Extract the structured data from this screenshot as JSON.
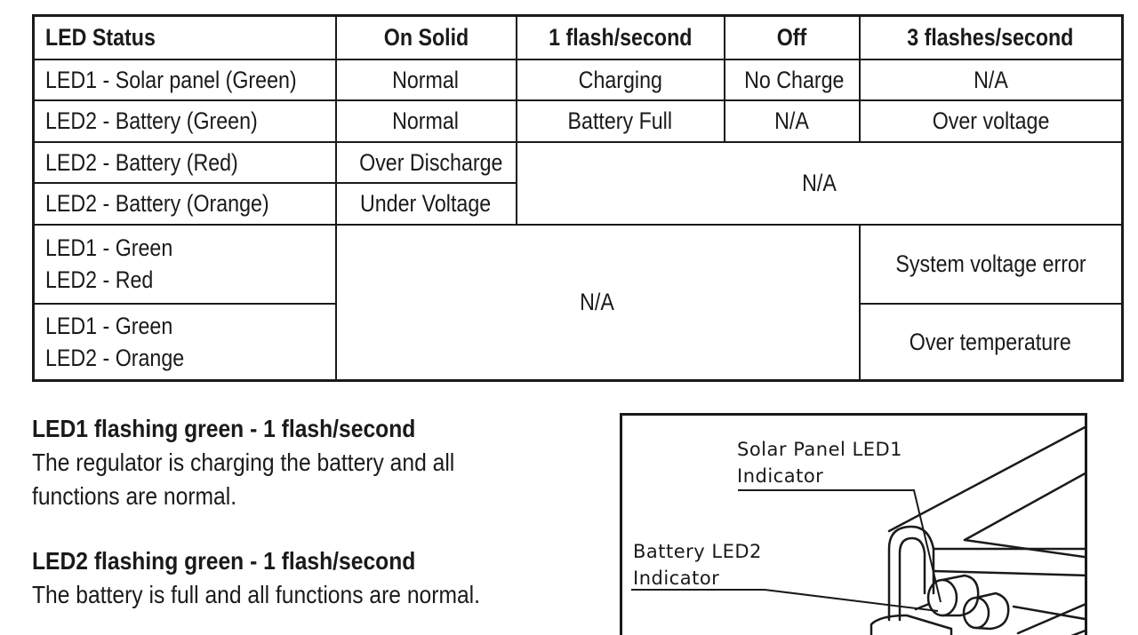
{
  "table": {
    "headers": [
      "LED Status",
      "On Solid",
      "1 flash/second",
      "Off",
      "3 flashes/second"
    ],
    "rows": [
      {
        "label": "LED1 - Solar panel (Green)",
        "on_solid": "Normal",
        "one_flash": "Charging",
        "off": "No Charge",
        "three_flash": "N/A"
      },
      {
        "label": "LED2 - Battery (Green)",
        "on_solid": "Normal",
        "one_flash": "Battery Full",
        "off": "N/A",
        "three_flash": "Over voltage"
      },
      {
        "label": "LED2 - Battery (Red)",
        "on_solid": "Over Discharge"
      },
      {
        "label": "LED2 - Battery (Orange)",
        "on_solid": "Under Voltage"
      },
      {
        "label_line1": "LED1 - Green",
        "label_line2": "LED2 - Red",
        "three_flash": "System voltage error"
      },
      {
        "label_line1": "LED1 - Green",
        "label_line2": "LED2 - Orange",
        "three_flash": "Over temperature"
      }
    ],
    "merged_na_battery": "N/A",
    "merged_na_combo": "N/A"
  },
  "descriptions": [
    {
      "heading": "LED1 flashing green - 1 flash/second",
      "text_line1": "The regulator is charging the battery and all",
      "text_line2": "functions are normal."
    },
    {
      "heading": "LED2 flashing green - 1 flash/second",
      "text_line1": "The battery is full and all functions are normal."
    }
  ],
  "diagram": {
    "solar_label_line1": "Solar Panel LED1",
    "solar_label_line2": "Indicator",
    "battery_label_line1": "Battery LED2",
    "battery_label_line2": "Indicator"
  }
}
